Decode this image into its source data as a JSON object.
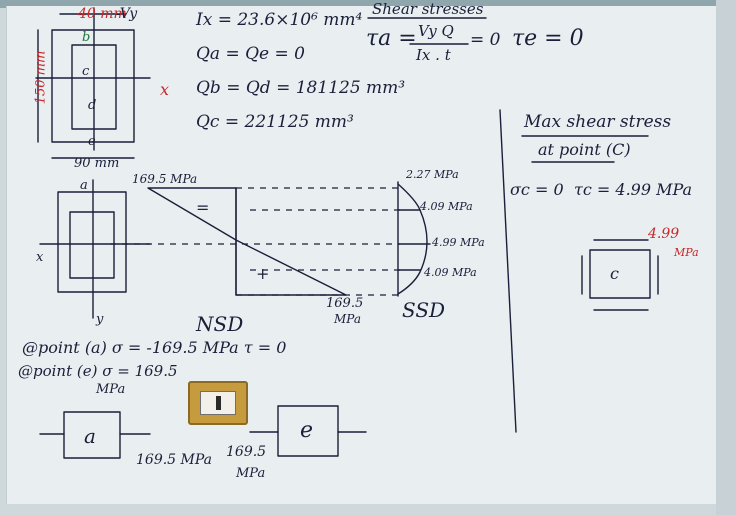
{
  "section": {
    "dims": {
      "top": "40 mm",
      "right_half_label": "-Vy",
      "height": "150 mm",
      "width": "90 mm"
    },
    "points": [
      "a",
      "b",
      "c",
      "d",
      "e"
    ],
    "axis_x": "x",
    "axis_y": "y"
  },
  "props": {
    "ix": "Ix = 23.6×10⁶ mm⁴",
    "qa": "Qa = Qe = 0",
    "qb": "Qb = Qd = 181125 mm³",
    "qc": "Qc = 221125 mm³"
  },
  "shear": {
    "heading": "Shear stresses",
    "formula_lhs": "τa =",
    "numerator": "Vy Q",
    "denominator": "Ix . t",
    "result": "= 0",
    "te": "τe = 0"
  },
  "nsd": {
    "label": "NSD",
    "top_value": "169.5 MPa",
    "bottom_value": "169.5",
    "bottom_unit": "MPa",
    "minus": "=",
    "plus": "+"
  },
  "ssd": {
    "label": "SSD",
    "values": [
      "2.27 MPa",
      "4.09 MPa",
      "4.99 MPa",
      "4.09 MPa"
    ]
  },
  "max_shear": {
    "title": "Max shear stress",
    "subtitle": "at point (C)",
    "sigma": "σc = 0",
    "tau": "τc = 4.99 MPa",
    "box_label": "c",
    "value": "4.99",
    "unit": "MPa"
  },
  "points_text": {
    "a": "@point (a) σ = -169.5 MPa  τ = 0",
    "e1": "@point (e) σ = 169.5",
    "e2": "MPa"
  },
  "elements": {
    "a_label": "a",
    "a_stress": "169.5 MPa",
    "e_label": "e",
    "e_stress": "169.5",
    "e_unit": "MPa"
  },
  "colors": {
    "ink": "#1a1f3a",
    "red": "#c8282a",
    "green": "#1c7a3a",
    "board": "#e9eef0"
  }
}
